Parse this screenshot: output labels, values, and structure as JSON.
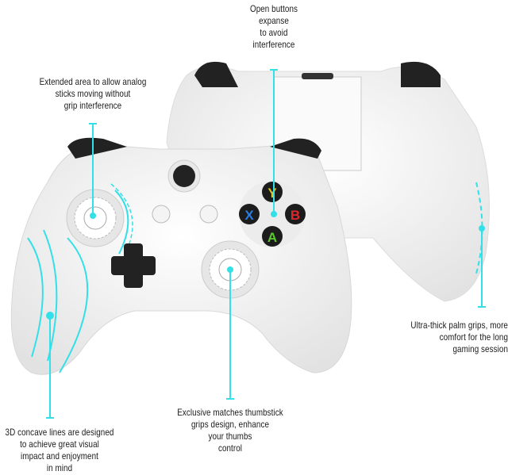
{
  "colors": {
    "accent": "#33e0e8",
    "shell": "#f4f4f4",
    "button_black": "#1c1c1c",
    "btn_y": "#e6c21a",
    "btn_x": "#2a7de1",
    "btn_b": "#e0262d",
    "btn_a": "#5cc72f"
  },
  "face_buttons": {
    "y": "Y",
    "x": "X",
    "b": "B",
    "a": "A"
  },
  "callouts": {
    "top": [
      "Open buttons",
      "expanse",
      "to avoid",
      "interference"
    ],
    "upper_left": [
      "Extended area to allow analog",
      "sticks moving without",
      "grip interference"
    ],
    "right": [
      "Ultra-thick palm grips, more",
      "comfort for the long",
      "gaming session"
    ],
    "bottom_center": [
      "Exclusive matches thumbstick",
      "grips design, enhance",
      "your thumbs",
      "control"
    ],
    "bottom_left": [
      "3D concave lines are designed",
      "to achieve great visual",
      "impact and enjoyment",
      "in mind"
    ]
  }
}
